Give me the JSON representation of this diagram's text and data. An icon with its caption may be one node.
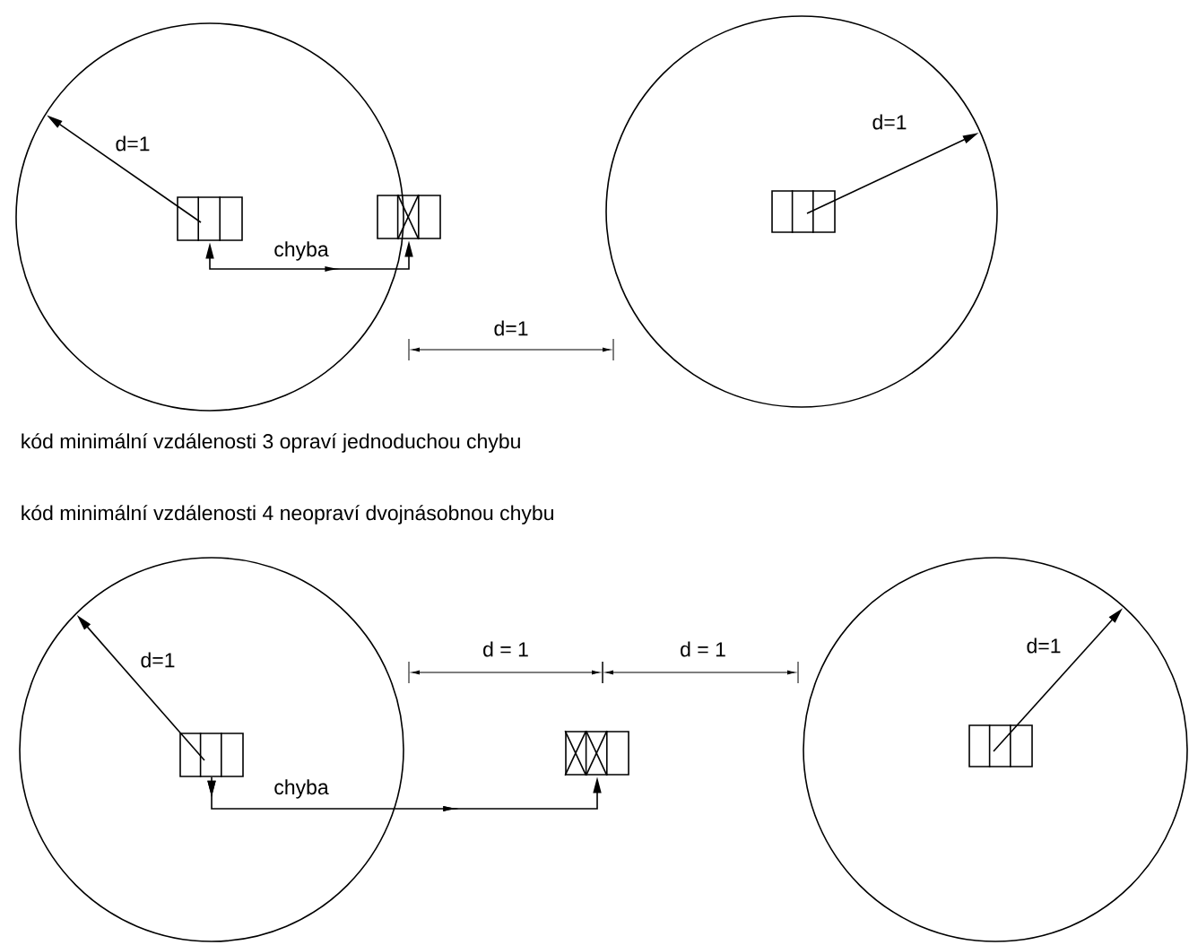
{
  "diagram": {
    "nodes": [
      {
        "text": [],
        "shape": "circle"
      },
      {
        "text": [],
        "shape": "box",
        "in": 0
      },
      {
        "text": [],
        "shape": "box"
      },
      {
        "text": [],
        "shape": "circle"
      },
      {
        "text": [],
        "shape": "box",
        "in": 3
      },
      {
        "text": [],
        "shape": "circle"
      },
      {
        "text": [],
        "shape": "box",
        "in": 5
      },
      {
        "text": [],
        "shape": "box"
      },
      {
        "text": [],
        "shape": "circle"
      },
      {
        "text": [],
        "shape": "box",
        "in": 8
      }
    ],
    "edges": [
      {
        "from": 1,
        "to": 0,
        "arrow": "to",
        "label": "d=1"
      },
      {
        "from": 1,
        "to": 2,
        "arrow": "both",
        "label": "chyba"
      },
      {
        "from": 4,
        "to": 3,
        "arrow": "to",
        "label": "d=1"
      },
      {
        "from": 6,
        "to": 5,
        "arrow": "to",
        "label": "d=1"
      },
      {
        "from": 6,
        "to": 7,
        "arrow": "to",
        "label": "chyba"
      },
      {
        "from": 9,
        "to": 8,
        "arrow": "to",
        "label": "d=1"
      }
    ],
    "labels": [
      "d=1",
      "kód minimální vzdálenosti 3 opraví jednoduchou chybu",
      "kód minimální vzdálenosti 4 neopraví dvojnásobnou chybu",
      "d = 1",
      "d = 1"
    ]
  }
}
